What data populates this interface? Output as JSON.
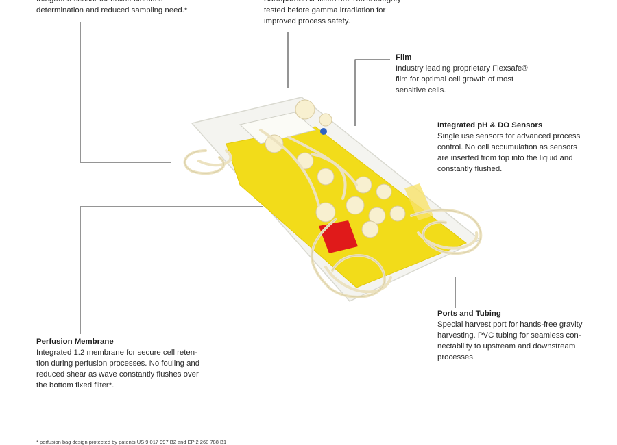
{
  "callouts": {
    "biomass": {
      "title": "",
      "body": "Integrated sensor for online biomass\ndetermination and reduced sampling need.*"
    },
    "filters": {
      "title": "",
      "body": "Sartopore® Air filters are 100% integrity\ntested before gamma irradiation for\nimproved process safety."
    },
    "film": {
      "title": "Film",
      "body": "Industry leading proprietary Flexsafe®\nfilm for optimal cell growth of most\nsensitive cells."
    },
    "sensors": {
      "title": "Integrated pH & DO Sensors",
      "body": "Single use sensors for advanced process\ncontrol. No cell accumulation as sensors\nare inserted from top into the liquid and\nconstantly flushed."
    },
    "ports": {
      "title": "Ports and Tubing",
      "body": "Special harvest port for hands-free gravity\nharvesting. PVC tubing for seamless con-\nnectability to upstream and downstream\nprocesses."
    },
    "perfusion": {
      "title": "Perfusion Membrane",
      "body": "Integrated 1.2 membrane for secure cell reten-\ntion during perfusion processes. No fouling and\nreduced shear as wave constantly flushes over\nthe bottom fixed filter*."
    }
  },
  "footnote": "* perfusion bag design protected by patents US 9 017 997 B2 and EP 2 268 788 B1",
  "colors": {
    "liquid": "#f2dc1a",
    "port_red": "#e01a1a",
    "tubing": "#efe6c8",
    "leader_line": "#2b2b2b"
  }
}
